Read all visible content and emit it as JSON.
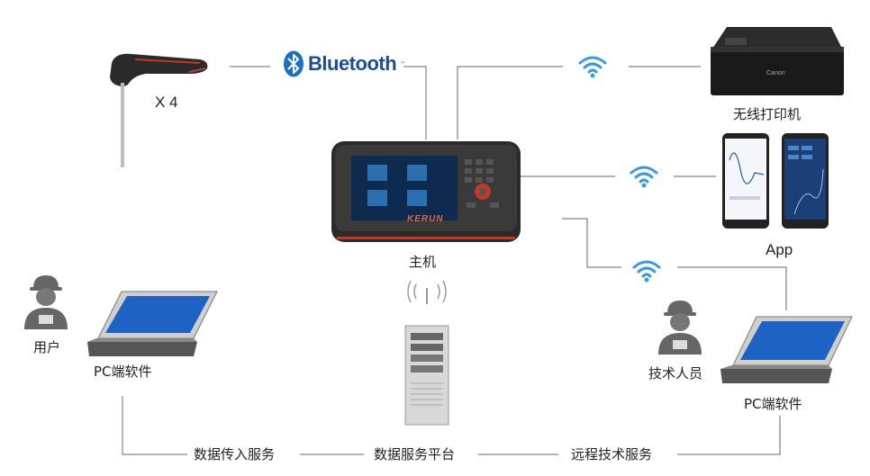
{
  "probe": {
    "count_label": "X 4"
  },
  "bluetooth": {
    "label": "Bluetooth",
    "tm": "™"
  },
  "host": {
    "label": "主机",
    "brand": "KERUN"
  },
  "printer": {
    "label": "无线打印机",
    "brand": "Canon"
  },
  "app": {
    "label": "App"
  },
  "user": {
    "label": "用户"
  },
  "technician": {
    "label": "技术人员"
  },
  "pc_left": {
    "label": "PC端软件"
  },
  "pc_right": {
    "label": "PC端软件"
  },
  "bottom": {
    "data_upload": "数据传入服务",
    "platform": "数据服务平台",
    "remote": "远程技术服务"
  },
  "colors": {
    "wifi": "#3a9ad9",
    "line": "#555555",
    "bluetooth": "#1f6fc1"
  }
}
